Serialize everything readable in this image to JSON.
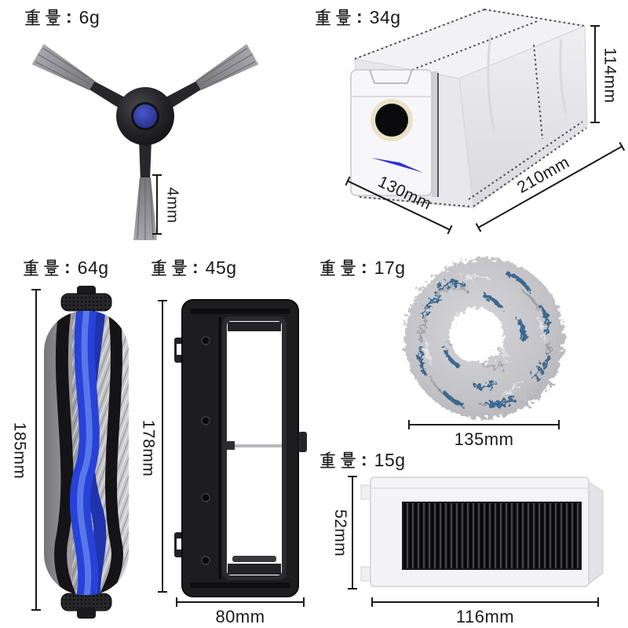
{
  "title": "robot vacuum accessory spec sheet",
  "labels": {
    "weight_cjk": "重量",
    "colon": ":"
  },
  "products": [
    {
      "name": "side-brush",
      "weight": "6g",
      "dims": {
        "bristle_length": "4mm"
      }
    },
    {
      "name": "dust-bag",
      "weight": "34g",
      "dims": {
        "height": "114mm",
        "length": "210mm",
        "width": "130mm"
      }
    },
    {
      "name": "main-brush",
      "weight": "64g",
      "dims": {
        "length": "185mm"
      }
    },
    {
      "name": "brush-cover",
      "weight": "45g",
      "dims": {
        "length": "178mm",
        "width": "80mm"
      }
    },
    {
      "name": "mop-pad",
      "weight": "17g",
      "dims": {
        "diameter": "135mm"
      }
    },
    {
      "name": "filter",
      "weight": "15g",
      "dims": {
        "height": "52mm",
        "width": "116mm"
      }
    }
  ],
  "colors": {
    "background": "#ffffff",
    "text": "#1a1a1a",
    "accent_blue": "#2b3fd4",
    "mop_blue": "#3d688f",
    "bag_fabric": "#ececef",
    "plastic_black": "#1d1d20"
  }
}
